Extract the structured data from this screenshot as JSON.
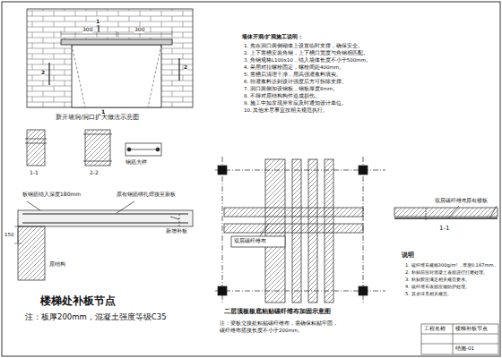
{
  "diagram": {
    "labels": [
      "300",
      "300",
      "1",
      "2",
      "2",
      "1",
      "新开墙洞/洞口扩大做法示意图",
      "1-1",
      "2-2",
      "钢筋大样",
      "板钢筋锚入深度180mm",
      "原有钢筋绑扎焊接至新板",
      "新增补板",
      "150",
      "原结构",
      "楼梯处补板节点",
      "注：板厚200mm，混凝土强度等级C35",
      "墙体开洞/扩洞施工说明：",
      "1. 先在洞口两侧砌体上设置临时支撑，确保安全。",
      "2. 上下凿槽安装角钢，上下槽口宽度与角钢相匹配。",
      "3. 角钢规格L100x10，锚入墙体长度不小于500mm。",
      "4. 采用对拉螺栓固定，螺栓间距400mm。",
      "5. 凿槽后清理干净，用高强灌浆料填实。",
      "6. 待灌浆料达到设计强度后方可拆除支撑。",
      "7. 洞口两侧加设钢板，钢板厚度8mm。",
      "8. 不得对原结构构件造成损伤。",
      "9. 施工中如发现异常应及时通知设计单位。",
      "10. 其他未尽事宜按相关规范执行。",
      "双层碳纤维布",
      "二层顶板板底粘贴碳纤维布加固示意图",
      "注：梁板交接处粘贴碳纤维布，需确保粘贴牢固，",
      "碳纤维布搭接长度不小于200mm。",
      "双层碳纤维布",
      "原有楼板",
      "1-1",
      "说明",
      "1. 碳纤维布规格300g/m²，厚度0.167mm。",
      "2. 粘贴前应对混凝土表面进行打磨处理。",
      "3. 粘贴胶应满足相关规范要求。",
      "4. 碳纤维布表面应做防护处理。",
      "5. 其余详见相关规范。",
      "工程名称",
      "楼梯补板节点",
      "结施-01"
    ]
  }
}
